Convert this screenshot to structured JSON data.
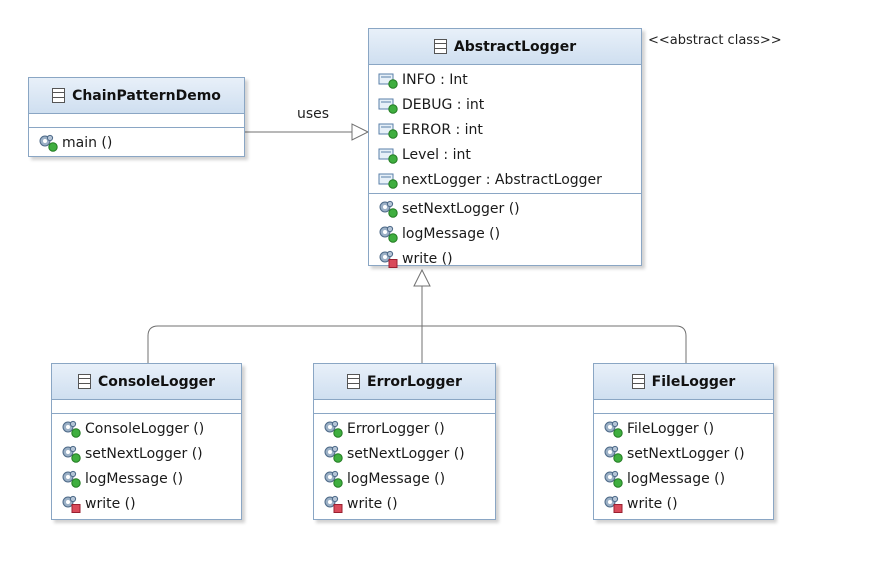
{
  "stereotype": "<<abstract class>>",
  "relation_uses": "uses",
  "classes": {
    "abstract_logger": {
      "name": "AbstractLogger",
      "attributes": [
        "INFO : Int",
        "DEBUG : int",
        "ERROR : int",
        "Level : int",
        "nextLogger : AbstractLogger"
      ],
      "operations": [
        "setNextLogger ()",
        "logMessage ()",
        "write ()"
      ]
    },
    "demo": {
      "name": "ChainPatternDemo",
      "operations": [
        "main ()"
      ]
    },
    "console": {
      "name": "ConsoleLogger",
      "operations": [
        "ConsoleLogger ()",
        "setNextLogger ()",
        "logMessage ()",
        "write ()"
      ]
    },
    "error": {
      "name": "ErrorLogger",
      "operations": [
        "ErrorLogger ()",
        "setNextLogger ()",
        "logMessage ()",
        "write ()"
      ]
    },
    "file": {
      "name": "FileLogger",
      "operations": [
        "FileLogger ()",
        "setNextLogger ()",
        "logMessage ()",
        "write ()"
      ]
    }
  },
  "icons": {
    "class": "class-icon",
    "field": "field-icon",
    "method": "method-icon",
    "protected_method": "protected-method-icon"
  },
  "colors": {
    "border": "#8aa6c4",
    "header": "#cfdff0",
    "line": "#707070"
  }
}
